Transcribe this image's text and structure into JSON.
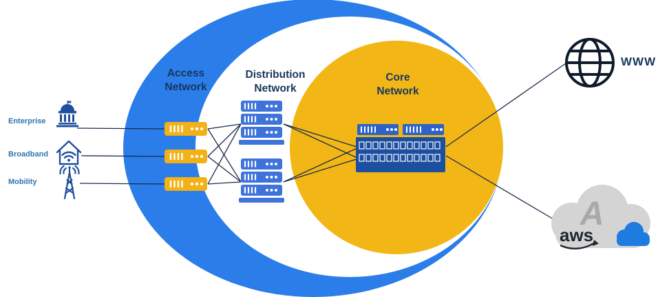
{
  "zones": {
    "access": "Access\nNetwork",
    "distribution": "Distribution\nNetwork",
    "core": "Core\nNetwork"
  },
  "endpoints": [
    {
      "label": "Enterprise",
      "icon": "government-building-icon"
    },
    {
      "label": "Broadband",
      "icon": "house-broadband-icon"
    },
    {
      "label": "Mobility",
      "icon": "cell-tower-icon"
    }
  ],
  "devices": {
    "access_router_icon": "router-icon",
    "access_router_count": 3,
    "distribution_switch_icon": "server-stack-icon",
    "distribution_switch_count": 2,
    "core_switch_icon": "core-switch-icon"
  },
  "internet": {
    "label": "WWW",
    "icon": "globe-icon"
  },
  "cloud": {
    "aws": "aws",
    "azure_letter": "A",
    "icon": "cloud-icon"
  },
  "palette": {
    "outer_ring_blue": "#2b7de9",
    "core_gold": "#f2b717",
    "zone_label_navy": "#17365d",
    "endpoint_label_blue": "#2e74b5",
    "device_gold": "#f2b117",
    "device_blue": "#3d73db",
    "core_device_blue": "#1d4fa1",
    "connector_line": "#1b2a4a",
    "cloud_gray": "#d4d4d4",
    "azure_gray": "#a9a9a9",
    "aws_dark": "#20262e",
    "cloud_blue": "#1e7be0"
  }
}
